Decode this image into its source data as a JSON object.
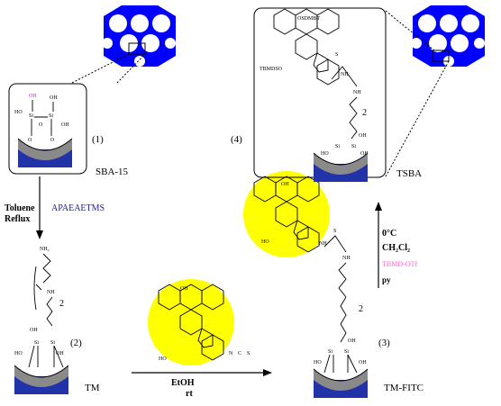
{
  "colors": {
    "mesoporous_frame": "#0000ff",
    "substrate_blue": "#2233aa",
    "substrate_cup": "#8a8a8a",
    "fitc_highlight": "#ffff00",
    "reagent_blue": "#1a1aaa",
    "silanol_oh": "#ff00ff",
    "tbmd_otf": "#ff66cc"
  },
  "labels": {
    "step1": "(1)",
    "sba15": "SBA-15",
    "solvent_line1": "Toluene",
    "solvent_line2": "Reflux",
    "reagent_apaeaetms": "APAEAETMS",
    "step2": "(2)",
    "tm": "TM",
    "etoh": "EtOH",
    "rt": "rt",
    "step3": "(3)",
    "tm_fitc": "TM-FITC",
    "temp": "0°C",
    "ch2cl2": "CH₂Cl₂",
    "tbmd_otf": "TBMD-OTf",
    "py": "py",
    "step4": "(4)",
    "tsba": "TSBA",
    "chain_n": "2",
    "osdmbt": "OSDMBT",
    "tbmdso": "TBMDSO"
  },
  "atoms": {
    "oh": "OH",
    "ho": "HO",
    "si": "Si",
    "o": "O",
    "nh": "NH",
    "nh2": "NH₂",
    "s": "S",
    "n": "N",
    "c": "C"
  }
}
